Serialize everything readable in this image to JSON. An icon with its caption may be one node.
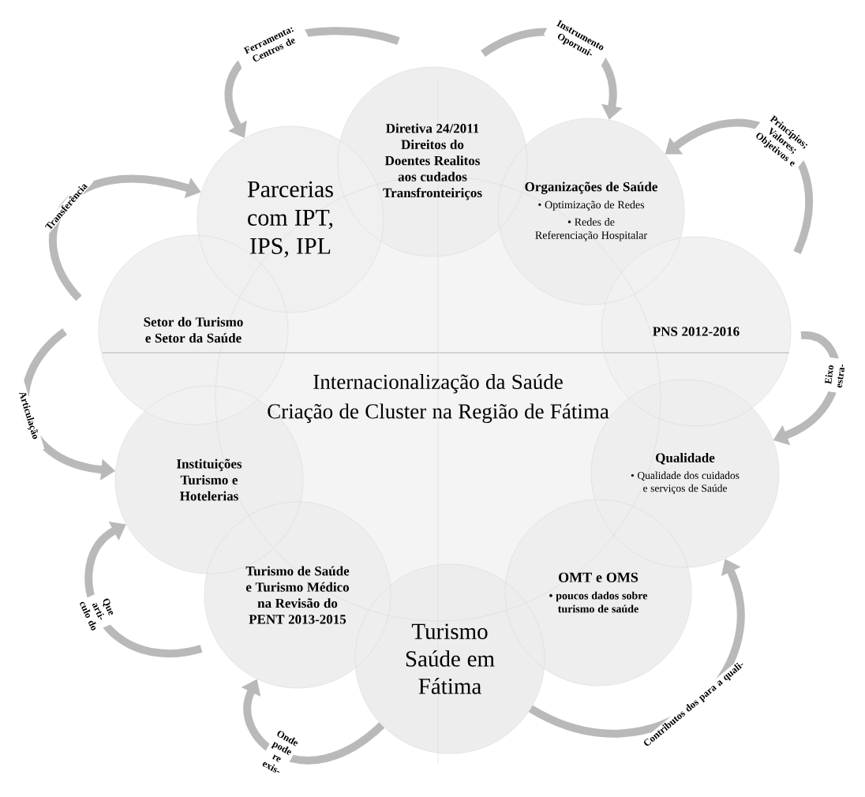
{
  "diagram": {
    "nodes": [
      {
        "text": [
          "Internacionalização da Saúde",
          "Criação  de Cluster na Região de Fátima"
        ]
      },
      {
        "text": [
          "Diretiva 24/2011 Direitos do Doentes Realitos aos cudados Transfronteiriços"
        ]
      },
      {
        "text": [
          "Organizações de Saúde",
          "• Optimização de Redes",
          "• Redes de Referenciação Hospitalar"
        ]
      },
      {
        "text": [
          "PNS 2012-2016"
        ]
      },
      {
        "text": [
          "Qualidade",
          "• Qualidade dos cuidados e serviços de Saúde"
        ]
      },
      {
        "text": [
          "OMT e OMS",
          "• poucos dados sobre turismo de saúde"
        ]
      },
      {
        "text": [
          "Turismo Saúde em Fátima"
        ]
      },
      {
        "text": [
          "Turismo de Saúde e Turismo Médico na Revisão do PENT 2013-2015"
        ]
      },
      {
        "text": [
          "Instituições Turismo e Hotelerias"
        ]
      },
      {
        "text": [
          "Setor do Turismo e Setor da Saúde"
        ]
      },
      {
        "text": [
          "Parcerias com IPT, IPS, IPL"
        ]
      }
    ],
    "edges": [
      {
        "from": null,
        "to": 10,
        "arrow": "to",
        "label": "Ferramenta: Centros de"
      },
      {
        "from": null,
        "to": 10,
        "arrow": "to",
        "label": "Transferência"
      },
      {
        "from": null,
        "to": 2,
        "arrow": "to",
        "label": "Instrumento Oporuni-"
      },
      {
        "from": null,
        "to": 2,
        "arrow": "to",
        "label": "Princípios; Valores; Objetivos e"
      },
      {
        "from": null,
        "to": 4,
        "arrow": "to",
        "label": "Eixo estra-"
      },
      {
        "from": null,
        "to": 8,
        "arrow": "to",
        "label": "Articulação"
      },
      {
        "from": null,
        "to": 8,
        "arrow": "to",
        "label": "Que arti- culo do"
      },
      {
        "from": 6,
        "to": 7,
        "arrow": "to",
        "label": "Onde pode re exis-"
      },
      {
        "from": 6,
        "to": 4,
        "arrow": "to",
        "label": "Contributos dos para a quali-"
      }
    ]
  }
}
